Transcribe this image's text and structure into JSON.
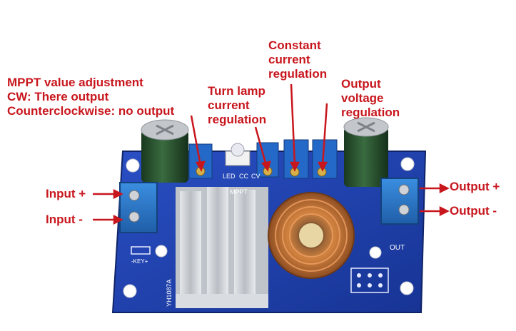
{
  "labels": {
    "mppt": {
      "lines": [
        "MPPT value adjustment",
        "CW: There output",
        "Counterclockwise: no output"
      ]
    },
    "lamp": {
      "lines": [
        "Turn lamp",
        "current",
        "regulation"
      ]
    },
    "constant": {
      "lines": [
        "Constant",
        "current",
        "regulation"
      ]
    },
    "output_voltage": {
      "lines": [
        "Output",
        "voltage",
        "regulation"
      ]
    },
    "input_plus": "Input +",
    "input_minus": "Input -",
    "output_plus": "Output +",
    "output_minus": "Output -"
  },
  "board_silk": {
    "led": "LED",
    "cc": "CC",
    "cv": "CV",
    "mppt": "MPPT",
    "key": "-KEY+",
    "out": "OUT",
    "model": "YH1087A"
  },
  "colors": {
    "label_red": "#c8161d",
    "pcb_blue": "#1e3fb0",
    "terminal_blue": "#2a79c9",
    "copper": "#c9713a",
    "capacitor_green": "#244a2a",
    "heatsink": "#cfd3d8"
  }
}
